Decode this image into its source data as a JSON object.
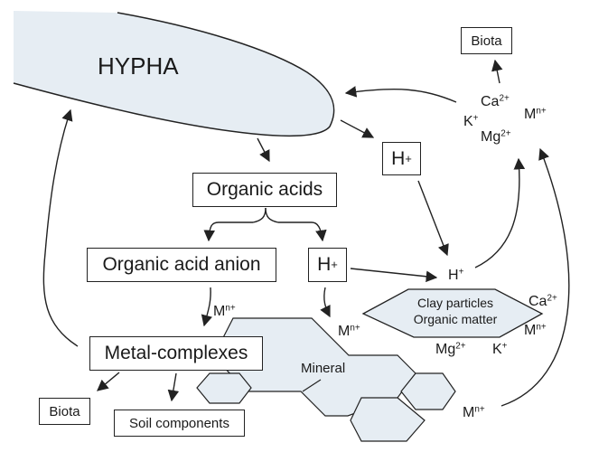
{
  "diagram": {
    "title": "Hyphal weathering and nutrient cycling",
    "hypha": {
      "label": "HYPHA"
    },
    "boxes": {
      "organic_acids": "Organic acids",
      "organic_acid_anion": "Organic acid anion",
      "h_plus_middle": "H",
      "h_plus_top": "H",
      "metal_complexes": "Metal-complexes",
      "biota_top": "Biota",
      "biota_bottom": "Biota",
      "soil_components": "Soil components"
    },
    "shapes": {
      "clay": {
        "line1": "Clay particles",
        "line2": "Organic matter"
      },
      "mineral": "Mineral"
    },
    "ions": {
      "plus": "+",
      "two_plus": "2+",
      "n_plus": "n+",
      "ca": "Ca",
      "k": "K",
      "mg": "Mg",
      "m": "M",
      "h": "H"
    },
    "colors": {
      "fill": "#e6edf3",
      "stroke": "#222222"
    }
  }
}
